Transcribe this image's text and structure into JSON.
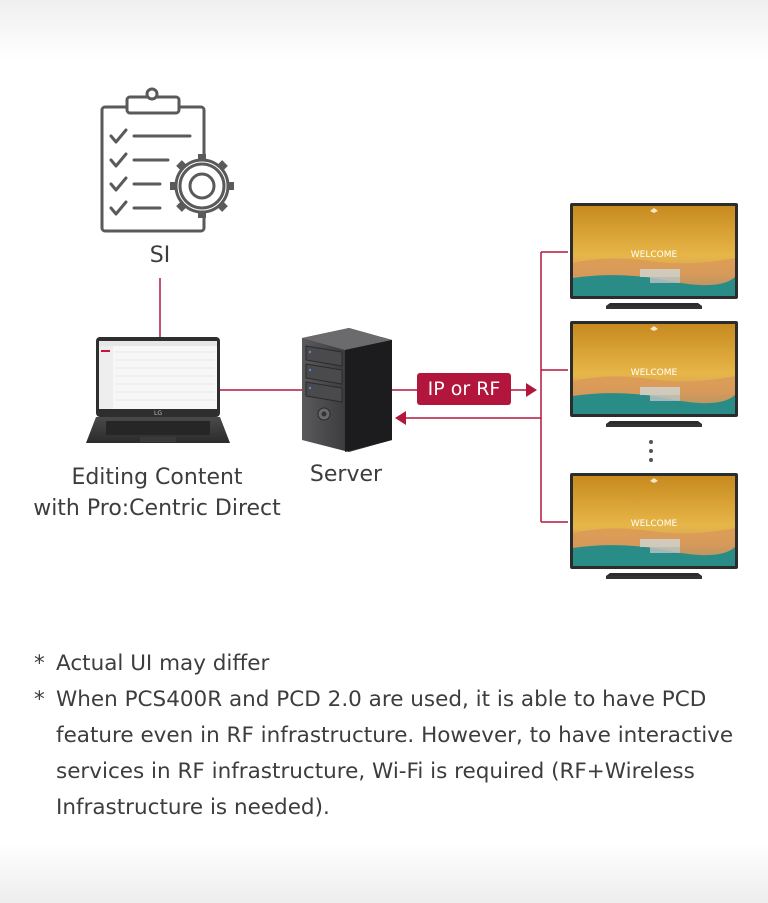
{
  "diagram": {
    "si_label": "SI",
    "editing_label_line1": "Editing Content",
    "editing_label_line2": "with Pro:Centric Direct",
    "server_label": "Server",
    "connection_label": "IP or RF",
    "tv_screen_text": "WELCOME",
    "accent_color": "#b3163d"
  },
  "notes": [
    {
      "bullet": "*",
      "text": "Actual UI may differ"
    },
    {
      "bullet": "*",
      "text": "When PCS400R and PCD 2.0 are used, it is able to have PCD feature even in RF infrastructure. However, to have interactive services in RF infrastructure, Wi-Fi is required (RF+Wireless Infrastructure is needed)."
    }
  ]
}
